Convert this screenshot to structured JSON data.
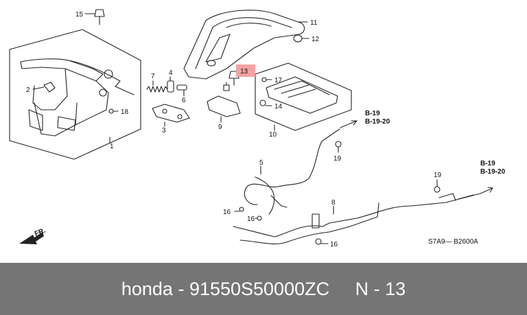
{
  "callouts": {
    "c1": "1",
    "c2": "2",
    "c3": "3",
    "c4": "4",
    "c5": "5",
    "c6": "6",
    "c7": "7",
    "c8": "8",
    "c9": "9",
    "c10": "10",
    "c11": "11",
    "c12": "12",
    "c13": "13",
    "c14": "14",
    "c15": "15",
    "c16a": "16",
    "c16b": "16",
    "c16c": "16",
    "c17": "17",
    "c18": "18",
    "c19a": "19",
    "c19b": "19"
  },
  "refs": {
    "r1_a": "B-19",
    "r1_b": "B-19-20",
    "r2_a": "B-19",
    "r2_b": "B-19-20"
  },
  "direction_label": "FR.",
  "diagram_code": "S7A9— B2600A",
  "highlight_color": "#f4a3a3",
  "footer": {
    "brand": "honda",
    "sep1": " - ",
    "part_number": "91550S50000ZC",
    "gap": "     ",
    "position": "N - 13"
  }
}
